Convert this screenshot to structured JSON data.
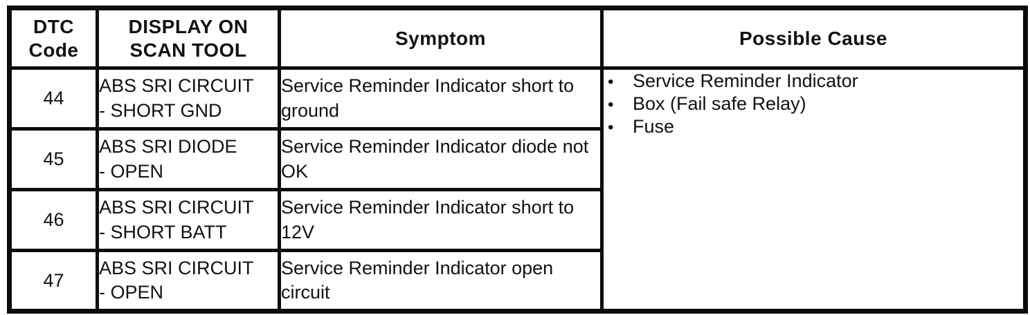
{
  "document": {
    "colors": {
      "ink": "#111111",
      "paper": "#ffffff",
      "border": "#0c0c0c"
    },
    "table": {
      "columns": {
        "dtc_code": {
          "line1": "DTC",
          "line2": "Code"
        },
        "display": {
          "line1": "DISPLAY ON",
          "line2": "SCAN TOOL"
        },
        "symptom": "Symptom",
        "possible_cause": "Possible Cause"
      },
      "rows": [
        {
          "code": "44",
          "display_line1": "ABS SRI CIRCUIT",
          "display_line2": "- SHORT GND",
          "symptom": "Service Reminder Indicator short to ground"
        },
        {
          "code": "45",
          "display_line1": "ABS SRI DIODE",
          "display_line2": "- OPEN",
          "symptom": "Service Reminder Indicator diode not OK"
        },
        {
          "code": "46",
          "display_line1": "ABS SRI CIRCUIT",
          "display_line2": "- SHORT BATT",
          "symptom": "Service Reminder Indicator short to 12V"
        },
        {
          "code": "47",
          "display_line1": "ABS SRI CIRCUIT",
          "display_line2": "- OPEN",
          "symptom": "Service Reminder Indicator open circuit"
        }
      ],
      "possible_cause_items": [
        "Service Reminder Indicator",
        "Box (Fail safe Relay)",
        "Fuse"
      ],
      "bullet_glyph": "•"
    }
  }
}
